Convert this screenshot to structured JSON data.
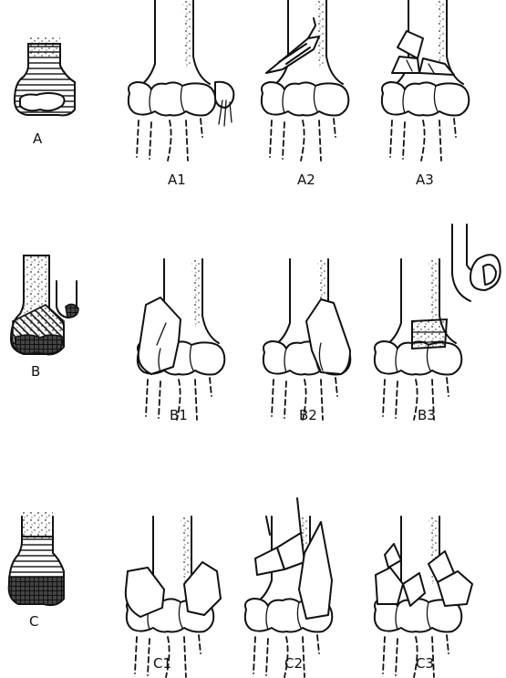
{
  "labels": {
    "A": "A",
    "A1": "A1",
    "A2": "A2",
    "A3": "A3",
    "B": "B",
    "B1": "B1",
    "B2": "B2",
    "B3": "B3",
    "C": "C",
    "C1": "C1",
    "C2": "C2",
    "C3": "C3"
  }
}
